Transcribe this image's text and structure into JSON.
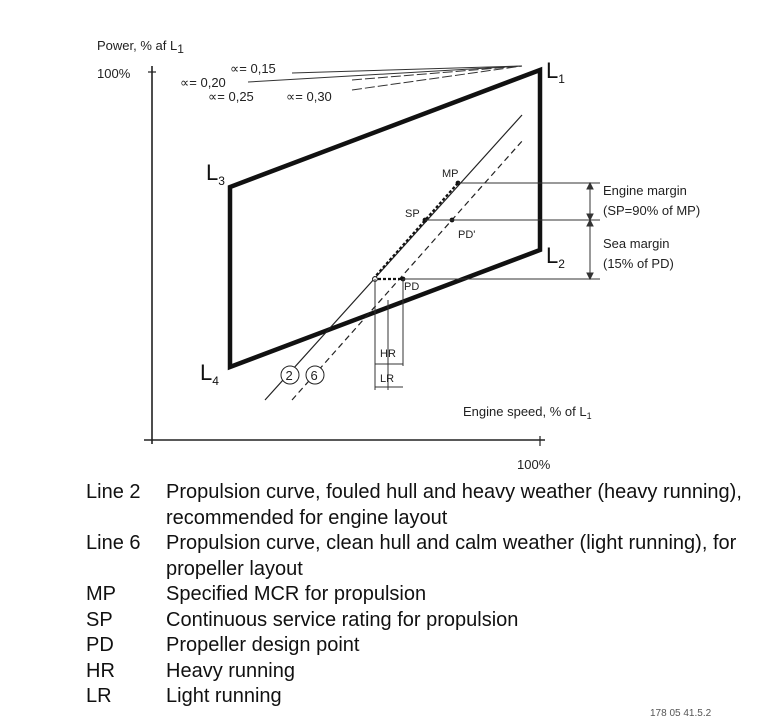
{
  "diagram": {
    "y_axis_label": "Power, % af L",
    "y_axis_label_sub": "1",
    "y_axis_max": "100%",
    "x_axis_label": "Engine speed, % of L",
    "x_axis_label_sub": "1",
    "x_axis_max": "100%",
    "alpha_labels": [
      "∝= 0,15",
      "∝= 0,20",
      "∝= 0,25",
      "∝= 0,30"
    ],
    "corners": [
      {
        "letter": "L",
        "sub": "1"
      },
      {
        "letter": "L",
        "sub": "2"
      },
      {
        "letter": "L",
        "sub": "3"
      },
      {
        "letter": "L",
        "sub": "4"
      }
    ],
    "points": {
      "mp": "MP",
      "sp": "SP",
      "pd_prime": "PD'",
      "pd": "PD",
      "hr": "HR",
      "lr": "LR"
    },
    "margins": {
      "engine_margin_line1": "Engine margin",
      "engine_margin_line2": "(SP=90% of MP)",
      "sea_margin_line1": "Sea margin",
      "sea_margin_line2": "(15% of PD)"
    },
    "curve_numbers": [
      "2",
      "6"
    ],
    "figure_code": "178 05 41.5.2"
  },
  "legend": [
    {
      "key": "Line 2",
      "desc": "Propulsion curve, fouled hull and heavy weather (heavy running), recommended for engine layout"
    },
    {
      "key": "Line 6",
      "desc": "Propulsion curve, clean hull and calm weather (light running), for propeller layout"
    },
    {
      "key": "MP",
      "desc": "Specified MCR for propulsion"
    },
    {
      "key": "SP",
      "desc": "Continuous service rating for propulsion"
    },
    {
      "key": "PD",
      "desc": "Propeller design point"
    },
    {
      "key": "HR",
      "desc": "Heavy running"
    },
    {
      "key": "LR",
      "desc": "Light running"
    }
  ]
}
